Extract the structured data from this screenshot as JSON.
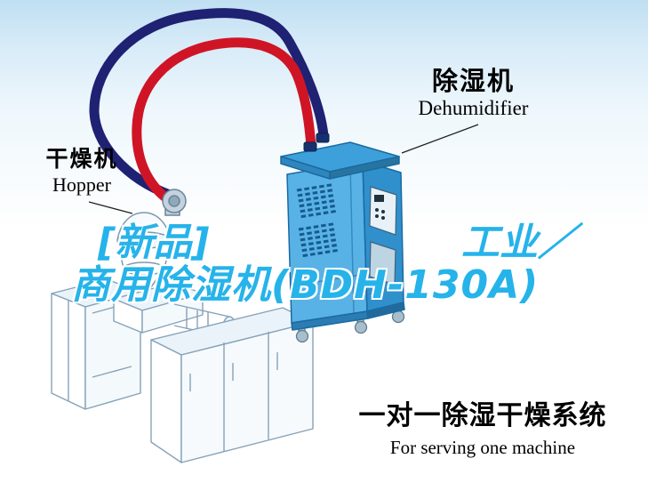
{
  "scene": {
    "type": "product-system-illustration",
    "background_top_color": "#bfdff2"
  },
  "machine_labels": {
    "dehumidifier": {
      "cn": "除湿机",
      "en": "Dehumidifier"
    },
    "hopper": {
      "cn": "干燥机",
      "en": "Hopper"
    }
  },
  "watermark": {
    "line1_left": "[新品]",
    "line1_right": "工业／",
    "line2": "商用除湿机(BDH-130A)",
    "color": "#26b3ea"
  },
  "caption": {
    "cn": "一对一除湿干燥系统",
    "en": "For serving one machine"
  },
  "illustration": {
    "supply_hose_color": "#cf1525",
    "return_hose_color": "#1f2173",
    "dehumidifier_body_color": "#58b2e6",
    "lineart_stroke_color": "#86a2b8"
  }
}
